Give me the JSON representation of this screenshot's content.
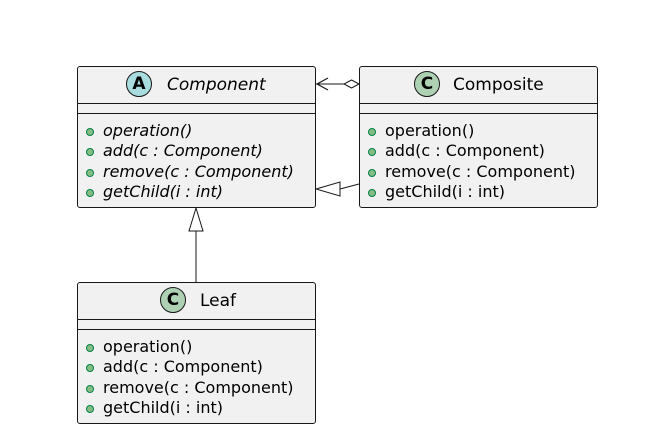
{
  "classes": {
    "component": {
      "stereotype": "A",
      "name": "Component",
      "methods": [
        "operation()",
        "add(c : Component)",
        "remove(c : Component)",
        "getChild(i : int)"
      ]
    },
    "composite": {
      "stereotype": "C",
      "name": "Composite",
      "methods": [
        "operation()",
        "add(c : Component)",
        "remove(c : Component)",
        "getChild(i : int)"
      ]
    },
    "leaf": {
      "stereotype": "C",
      "name": "Leaf",
      "methods": [
        "operation()",
        "add(c : Component)",
        "remove(c : Component)",
        "getChild(i : int)"
      ]
    }
  },
  "colors": {
    "box_fill": "#f1f1f1",
    "border": "#181818",
    "abstract_badge": "#a9dcdf",
    "class_badge": "#add1b2",
    "method_dot": "#84be84"
  }
}
